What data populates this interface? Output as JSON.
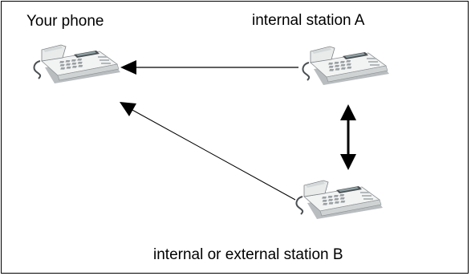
{
  "labels": {
    "your_phone": "Your phone",
    "station_a": "internal station A",
    "station_b": "internal or external station B"
  },
  "icons": {
    "phone": "desk-telephone-icon"
  },
  "colors": {
    "line": "#000000",
    "phone_body": "#e8eaea",
    "phone_dark": "#4a4f52"
  }
}
